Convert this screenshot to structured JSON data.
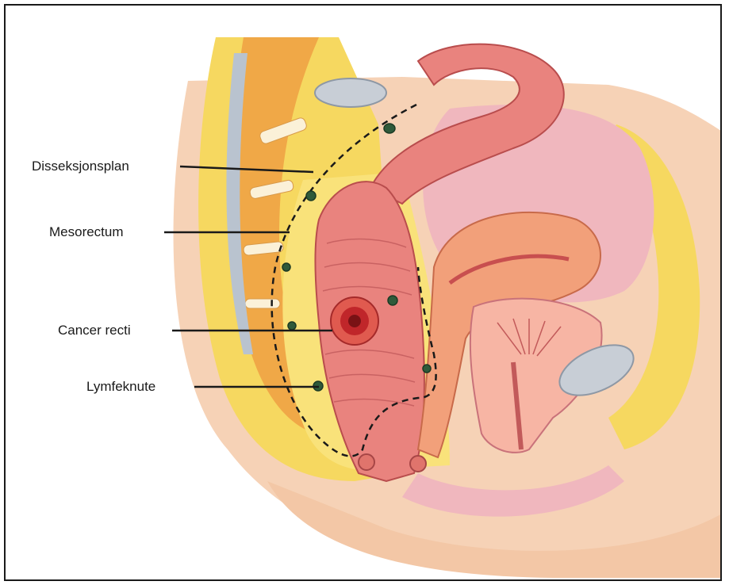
{
  "diagram": {
    "labels": {
      "dissection_plane": "Disseksjonsplan",
      "mesorectum": "Mesorectum",
      "rectal_cancer": "Cancer recti",
      "lymph_node": "Lymfeknute"
    },
    "colors": {
      "fat": "#f6d860",
      "skin": "#f6d2b6",
      "bowel": "#e9837e",
      "bowel_dark": "#c84f4f",
      "bladder": "#f0b7be",
      "uterus": "#f2a07a",
      "bone": "#f0a847",
      "tumor": "#c0262a",
      "node": "#2f5a3a",
      "line": "#2a2a2a"
    }
  }
}
